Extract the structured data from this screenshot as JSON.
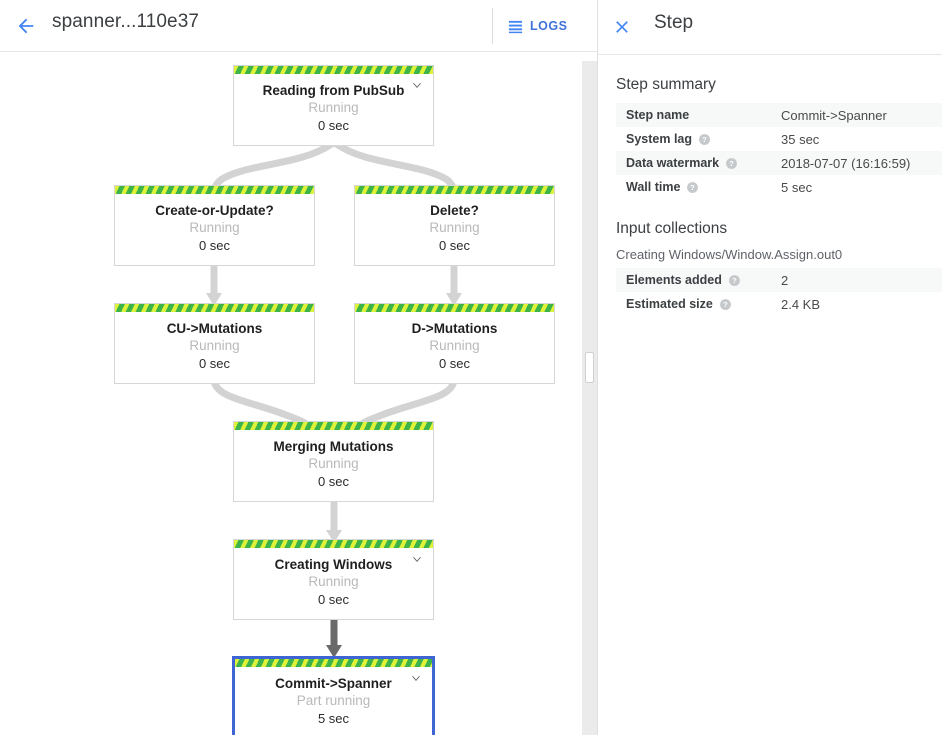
{
  "toolbar": {
    "back_icon": "arrow-left-icon",
    "job_title": "spanner...110e37",
    "logs_icon": "logs-icon",
    "logs_label": "LOGS"
  },
  "graph": {
    "nodes": [
      {
        "id": "reading-from-pubsub",
        "title": "Reading from PubSub",
        "status": "Running",
        "time": "0 sec",
        "expandable": true,
        "selected": false
      },
      {
        "id": "create-or-update",
        "title": "Create-or-Update?",
        "status": "Running",
        "time": "0 sec",
        "expandable": false,
        "selected": false
      },
      {
        "id": "delete",
        "title": "Delete?",
        "status": "Running",
        "time": "0 sec",
        "expandable": false,
        "selected": false
      },
      {
        "id": "cu-mutations",
        "title": "CU->Mutations",
        "status": "Running",
        "time": "0 sec",
        "expandable": false,
        "selected": false
      },
      {
        "id": "d-mutations",
        "title": "D->Mutations",
        "status": "Running",
        "time": "0 sec",
        "expandable": false,
        "selected": false
      },
      {
        "id": "merging-mutations",
        "title": "Merging Mutations",
        "status": "Running",
        "time": "0 sec",
        "expandable": false,
        "selected": false
      },
      {
        "id": "creating-windows",
        "title": "Creating Windows",
        "status": "Running",
        "time": "0 sec",
        "expandable": true,
        "selected": false
      },
      {
        "id": "commit-spanner",
        "title": "Commit->Spanner",
        "status": "Part running",
        "time": "5 sec",
        "expandable": true,
        "selected": true
      }
    ],
    "colors": {
      "stripe_light": "#dff23a",
      "stripe_dark": "#3cb44a",
      "edge": "#d3d3d3",
      "edge_highlight": "#6a6a6a",
      "selected_border": "#3f65d4"
    },
    "scrollbar": {
      "icon": "vertical-scrollbar"
    }
  },
  "panel": {
    "close_icon": "close-icon",
    "title": "Step",
    "step_summary": {
      "heading": "Step summary",
      "rows": [
        {
          "key": "Step name",
          "value": "Commit->Spanner",
          "help": false
        },
        {
          "key": "System lag",
          "value": "35 sec",
          "help": true
        },
        {
          "key": "Data watermark",
          "value": "2018-07-07 (16:16:59)",
          "help": true
        },
        {
          "key": "Wall time",
          "value": "5 sec",
          "help": true
        }
      ]
    },
    "input_collections": {
      "heading": "Input collections",
      "subtext": "Creating Windows/Window.Assign.out0",
      "rows": [
        {
          "key": "Elements added",
          "value": "2",
          "help": true
        },
        {
          "key": "Estimated size",
          "value": "2.4 KB",
          "help": true
        }
      ]
    }
  }
}
